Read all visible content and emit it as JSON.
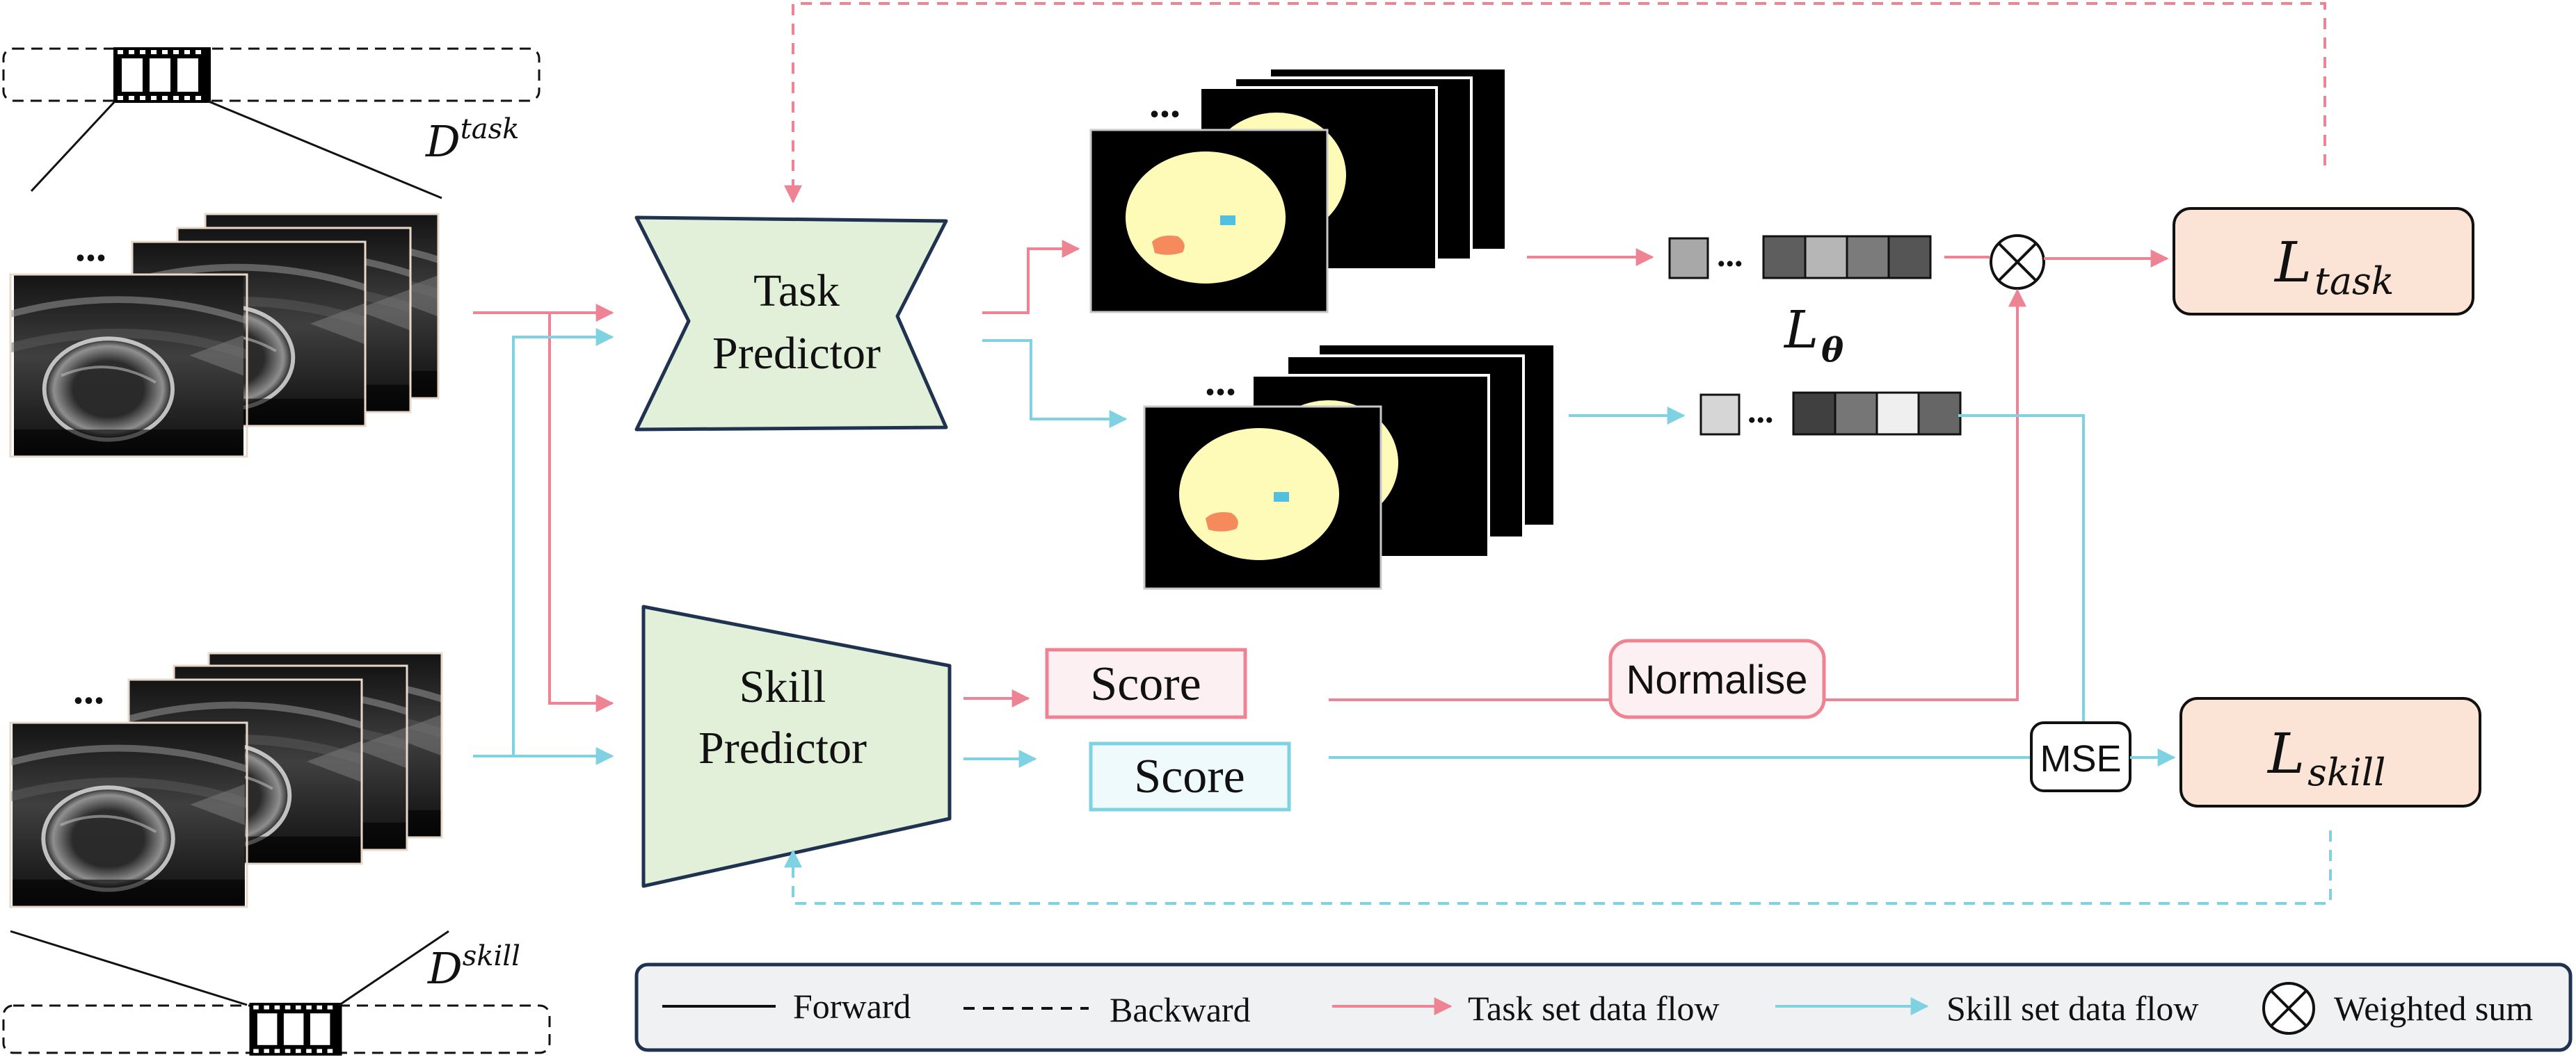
{
  "datasets": {
    "task": {
      "symbol": "D",
      "superscript": "task"
    },
    "skill": {
      "symbol": "D",
      "superscript": "skill"
    }
  },
  "modules": {
    "task_predictor": {
      "line1": "Task",
      "line2": "Predictor"
    },
    "skill_predictor": {
      "line1": "Skill",
      "line2": "Predictor"
    }
  },
  "ellipsis": "...",
  "score_task": "Score",
  "score_skill": "Score",
  "normalise": "Normalise",
  "mse": "MSE",
  "weight_symbol": {
    "base": "L",
    "sub": "θ"
  },
  "losses": {
    "task": {
      "base": "L",
      "sub": "task"
    },
    "skill": {
      "base": "L",
      "sub": "skill"
    }
  },
  "legend": {
    "forward": "Forward",
    "backward": "Backward",
    "task_flow": "Task set data flow",
    "skill_flow": "Skill set data flow",
    "weighted_sum": "Weighted sum"
  },
  "colors": {
    "task_flow": "#ee8393",
    "skill_flow": "#7fd2e2",
    "predictor_fill": "#e2efd9",
    "predictor_stroke": "#1f3350",
    "loss_fill": "#fbe4d5",
    "legend_fill": "#f0f1f3",
    "mask_background": "#000000",
    "mask_region": "#fdfbb7",
    "mask_orange": "#f58b5d",
    "mask_blue": "#52bfe0"
  },
  "weight_vectors": {
    "task": {
      "first_cell": "#a8a8a8",
      "cells": [
        "#5e5e5e",
        "#b6b6b6",
        "#7b7b7b",
        "#555555"
      ]
    },
    "skill": {
      "first_cell": "#d6d6d6",
      "cells": [
        "#404040",
        "#767676",
        "#efefef",
        "#666666"
      ]
    }
  }
}
